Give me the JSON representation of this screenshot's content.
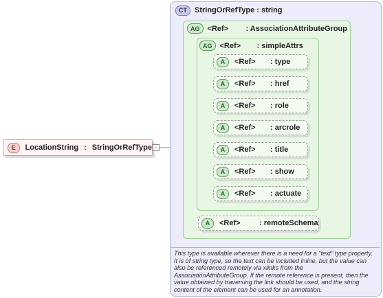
{
  "element": {
    "badge": "E",
    "name": "LocationString",
    "separator": ":",
    "type": "StringOrRefType",
    "collapse": "−"
  },
  "complex_type": {
    "badge": "CT",
    "title": "StringOrRefType : string"
  },
  "groups": {
    "outer": {
      "badge": "AG",
      "ref": "<Ref>",
      "name": ": AssociationAttributeGroup"
    },
    "inner": {
      "badge": "AG",
      "ref": "<Ref>",
      "name": ": simpleAttrs"
    }
  },
  "attributes": [
    {
      "badge": "A",
      "ref": "<Ref>",
      "name": ": type"
    },
    {
      "badge": "A",
      "ref": "<Ref>",
      "name": ": href"
    },
    {
      "badge": "A",
      "ref": "<Ref>",
      "name": ": role"
    },
    {
      "badge": "A",
      "ref": "<Ref>",
      "name": ": arcrole"
    },
    {
      "badge": "A",
      "ref": "<Ref>",
      "name": ": title"
    },
    {
      "badge": "A",
      "ref": "<Ref>",
      "name": ": show"
    },
    {
      "badge": "A",
      "ref": "<Ref>",
      "name": ": actuate"
    }
  ],
  "remote": {
    "badge": "A",
    "ref": "<Ref>",
    "name": ": remoteSchema"
  },
  "documentation": "This type is available wherever there is a need for a \"text\" type property. It is of string type, so the text can be included inline, but the value can also be referenced remotely via xlinks from the AssociationAttributeGroup. If the remote reference is present, then the value obtained by traversing the link should be used, and the string content of the element can be used for an annotation."
}
